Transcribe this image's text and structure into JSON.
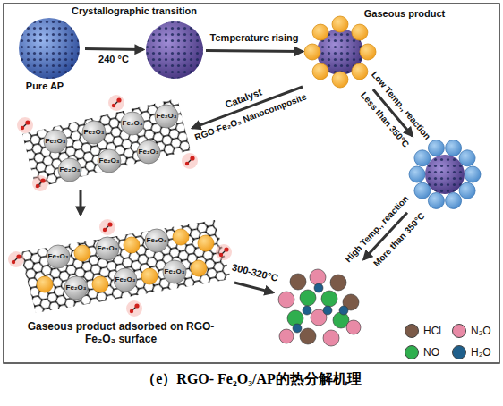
{
  "diagram": {
    "caption": "（e）RGO- Fe₂O₃/AP的热分解机理",
    "nodes": [
      {
        "text": [
          "Pure AP"
        ]
      },
      {
        "text": []
      },
      {
        "text": [
          "Gaseous product"
        ]
      },
      {
        "text": [
          "Fe₂O₃",
          "Fe₂O₃",
          "Fe₂O₃",
          "Fe₂O₃",
          "Fe₂O₃",
          "Fe₂O₃",
          "Fe₂O₃"
        ]
      },
      {
        "text": [
          "Gaseous product adsorbed on RGO-Fe₂O₃ surface",
          "Fe₂O₃",
          "Fe₂O₃",
          "Fe₂O₃",
          "Fe₂O₃",
          "Fe₂O₃",
          "Fe₂O₃"
        ]
      },
      {
        "text": []
      },
      {
        "text": []
      }
    ],
    "edges": [
      {
        "from": 0,
        "to": 1,
        "arrow": "to",
        "label": "Crystallographic transition"
      },
      {
        "from": 1,
        "to": 2,
        "arrow": "to",
        "label": "Temperature rising"
      },
      {
        "from": 2,
        "to": 3,
        "arrow": "to",
        "label": "Catalyst"
      },
      {
        "from": 3,
        "to": 4,
        "arrow": "to"
      },
      {
        "from": 4,
        "to": 6,
        "arrow": "to",
        "label": "300-320°C"
      },
      {
        "from": 2,
        "to": 5,
        "arrow": "to",
        "label": "Low Temp., reaction"
      },
      {
        "from": 5,
        "to": 6,
        "arrow": "to",
        "label": "High Temp., reaction"
      }
    ],
    "labels": [
      "240 °C",
      "RGO-Fe₂O₃ Nanocomposite",
      "Less than 350°C",
      "More than 350°C"
    ],
    "legend": [
      {
        "text": "HCl",
        "color": "#7b5a48"
      },
      {
        "text": "N₂O",
        "color": "#e88aa6"
      },
      {
        "text": "NO",
        "color": "#2fae4e"
      },
      {
        "text": "H₂O",
        "color": "#1f5f8b"
      }
    ]
  }
}
